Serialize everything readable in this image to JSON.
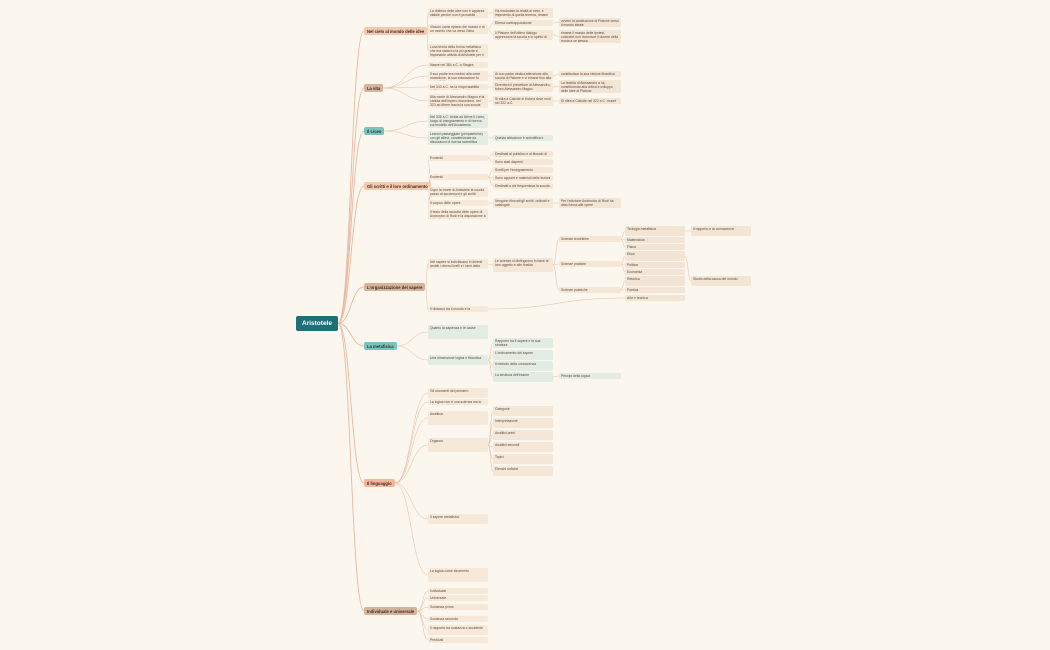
{
  "colors": {
    "root": "#1f6f78",
    "edge": "#e8b9a0",
    "branch_peach": "#f6c9ad",
    "branch_brown": "#d6b49c",
    "branch_teal": "#7cc3c0",
    "branch_salmon": "#f4b59a"
  },
  "root": "Aristotele",
  "branches": [
    {
      "id": "b1",
      "label": "Nel cielo al mondo delle idee",
      "color": "branch_peach"
    },
    {
      "id": "b2",
      "label": "La vita",
      "color": "branch_brown"
    },
    {
      "id": "b3",
      "label": "Il Liceo",
      "color": "branch_teal"
    },
    {
      "id": "b4",
      "label": "Gli scritti e il loro ordinamento",
      "color": "branch_peach"
    },
    {
      "id": "b5",
      "label": "L'organizzazione del sapere",
      "color": "branch_brown"
    },
    {
      "id": "b6",
      "label": "La metafisica",
      "color": "branch_teal"
    },
    {
      "id": "b7",
      "label": "Il linguaggio",
      "color": "branch_salmon"
    },
    {
      "id": "b8",
      "label": "Individuale e universale",
      "color": "branch_brown"
    }
  ],
  "nodes": [
    {
      "id": "n1",
      "text": "La dottrina delle idee non è apparsa stabile perché non è provabile"
    },
    {
      "id": "n2",
      "text": "Ha rimandato la realtà al cielo, e impoverito di quella terrena, rimane inaccessibile"
    },
    {
      "id": "n3",
      "text": "Eterna contrapposizione"
    },
    {
      "id": "n4",
      "text": "Vissuto come ripiano del mondo e di un mondo che va verso l'idea"
    },
    {
      "id": "n5",
      "text": "Il Platone dell'ultimo dialogo apprezzava la scuola e lo spirito di scienza dei suoi ambiti"
    },
    {
      "id": "n6",
      "text": "ovvero la costituzione di Platone verso il mondo ideale"
    },
    {
      "id": "n7",
      "text": "rimane il mondo delle ipotesi, cosicché non riconosce il dovere della teoria a se stessa"
    },
    {
      "id": "n8",
      "text": "Luna teoria della forma metafisica che era stata tra la più grande e importante attività di Aristotele per il mondo"
    },
    {
      "id": "n9",
      "text": "Nasce nel 384 a.C. a Stagira"
    },
    {
      "id": "n10",
      "text": "Il suo padre era medico alla corte macedone, la sua educazione fu naturalistica"
    },
    {
      "id": "n11",
      "text": "Al suo padre dedica attenzione alla scuola di Platone e vi rimane fino alla morte del maestro"
    },
    {
      "id": "n12",
      "text": "contribuisce la sua visione filosofica"
    },
    {
      "id": "n13",
      "text": "Nel 343 a.C. ha la responsabilità dell'istruzione di Alessandro"
    },
    {
      "id": "n14",
      "text": "Diventerà il precettore di Alessandro, futuro Alessandro Magno"
    },
    {
      "id": "n15",
      "text": "La fedeltà di Alessandro a lui, contribuendo alla critica e sviluppo delle idee di Platone"
    },
    {
      "id": "n16",
      "text": "Alla morte di Alessandro Magno e la caduta dell'impero macedone, nel 323 ad Atene lascia la sua scuola"
    },
    {
      "id": "n17",
      "text": "Si ritira a Calcide in Eubea dove morì nel 322 a.C."
    },
    {
      "id": "n18",
      "text": "Si ritira a Calcide nel 322 a.C. muore"
    },
    {
      "id": "n19",
      "text": "Nel 335 a.C. fonda ad Atene il Liceo, luogo di insegnamento e di ricerca sul modello dell'Accademia"
    },
    {
      "id": "n20",
      "text": "Lezioni passeggiate (peripatetiche) con gli allievi, caratterizzate da discussioni di ricerca scientifica"
    },
    {
      "id": "n21",
      "text": "Questa istituzione è scientifica e organica"
    },
    {
      "id": "n22",
      "text": "Exoterici"
    },
    {
      "id": "n23",
      "text": "Destinati al pubblico e al filosofo di dialogo"
    },
    {
      "id": "n24",
      "text": "Sono stati dispersi"
    },
    {
      "id": "n25",
      "text": "Scritti per l'insegnamento"
    },
    {
      "id": "n26",
      "text": "Esoterici"
    },
    {
      "id": "n27",
      "text": "Sono appunti e materiali delle lezioni"
    },
    {
      "id": "n28",
      "text": "Destinati a chi frequentava la scuola"
    },
    {
      "id": "n29",
      "text": "Dopo la morte di Aristotele la scuola passò ai successori e gli scritti rimasero in una biblioteca"
    },
    {
      "id": "n30",
      "text": "Il corpus delle opere"
    },
    {
      "id": "n31",
      "text": "Vengono ritrovati gli scritti, ordinati e catalogati"
    },
    {
      "id": "n32",
      "text": "Per l'edizione Andronico di Rodi ha dato forma alle opere"
    },
    {
      "id": "n33",
      "text": "Il testo della raccolta delle opere di Andronico di Rodi e la disposizione a lui tradizionale"
    },
    {
      "id": "n34",
      "text": "Nel sapere si individuano in diversi ambiti i diversi livelli e i rami della conoscenza"
    },
    {
      "id": "n35",
      "text": "Le scienze si distinguono in base al loro oggetto e alle finalità"
    },
    {
      "id": "n36",
      "text": "Scienze teoretiche"
    },
    {
      "id": "n37",
      "text": "Scienze pratiche"
    },
    {
      "id": "n38",
      "text": "Scienze poietiche"
    },
    {
      "id": "n39",
      "text": "Il distacco tra il mondo e la conoscenza"
    },
    {
      "id": "n40",
      "text": "Teologia metafisica"
    },
    {
      "id": "n41",
      "text": "Matematica"
    },
    {
      "id": "n42",
      "text": "Fisica"
    },
    {
      "id": "n43",
      "text": "Etica"
    },
    {
      "id": "n44",
      "text": "Politica"
    },
    {
      "id": "n45",
      "text": "Economia"
    },
    {
      "id": "n46",
      "text": "Retorica"
    },
    {
      "id": "n47",
      "text": "Poetica"
    },
    {
      "id": "n48",
      "text": "Arte e tecnica"
    },
    {
      "id": "n49",
      "text": "Il rapporto e la conoscenza"
    },
    {
      "id": "n50",
      "text": "Studio della causa del mondo"
    },
    {
      "id": "n51",
      "text": "Quanto la sapienza e le cause"
    },
    {
      "id": "n52",
      "text": "Una dimensione logica e filosofica"
    },
    {
      "id": "n53",
      "text": "Rapporto tra il sapere e la sua struttura"
    },
    {
      "id": "n54",
      "text": "L'ordinamento del sapere"
    },
    {
      "id": "n55",
      "text": "Il metodo della conoscenza"
    },
    {
      "id": "n56",
      "text": "La struttura dell'essere"
    },
    {
      "id": "n57",
      "text": "Principi della logica"
    },
    {
      "id": "n58",
      "text": "Gli strumenti del pensiero"
    },
    {
      "id": "n59",
      "text": "La logica non è una scienza ma lo strumento di tutte le scienze"
    },
    {
      "id": "n60",
      "text": "Analitica"
    },
    {
      "id": "n61",
      "text": "Organon"
    },
    {
      "id": "n62",
      "text": "Categorie"
    },
    {
      "id": "n63",
      "text": "Interpretazione"
    },
    {
      "id": "n64",
      "text": "Analitici primi"
    },
    {
      "id": "n65",
      "text": "Analitici secondi"
    },
    {
      "id": "n66",
      "text": "Topici"
    },
    {
      "id": "n67",
      "text": "Elenchi sofistici"
    },
    {
      "id": "n68",
      "text": "Il sapere metafisico"
    },
    {
      "id": "n69",
      "text": "La logica come strumento"
    },
    {
      "id": "n70",
      "text": "Individuale"
    },
    {
      "id": "n71",
      "text": "Universale"
    },
    {
      "id": "n72",
      "text": "Sostanza prima"
    },
    {
      "id": "n73",
      "text": "Sostanza seconda"
    },
    {
      "id": "n74",
      "text": "Il rapporto tra sostanza e accidente"
    },
    {
      "id": "n75",
      "text": "Predicati"
    }
  ],
  "edges": [
    [
      "root",
      "b1"
    ],
    [
      "root",
      "b2"
    ],
    [
      "root",
      "b3"
    ],
    [
      "root",
      "b4"
    ],
    [
      "root",
      "b5"
    ],
    [
      "root",
      "b6"
    ],
    [
      "root",
      "b7"
    ],
    [
      "root",
      "b8"
    ],
    [
      "b1",
      "n1"
    ],
    [
      "b1",
      "n4"
    ],
    [
      "b1",
      "n8"
    ],
    [
      "n1",
      "n2"
    ],
    [
      "n4",
      "n3"
    ],
    [
      "n4",
      "n5"
    ],
    [
      "n3",
      "n6"
    ],
    [
      "n5",
      "n7"
    ],
    [
      "b2",
      "n9"
    ],
    [
      "b2",
      "n10"
    ],
    [
      "b2",
      "n13"
    ],
    [
      "b2",
      "n16"
    ],
    [
      "n10",
      "n11"
    ],
    [
      "n11",
      "n12"
    ],
    [
      "n13",
      "n14"
    ],
    [
      "n14",
      "n15"
    ],
    [
      "n16",
      "n17"
    ],
    [
      "n17",
      "n18"
    ],
    [
      "b3",
      "n19"
    ],
    [
      "b3",
      "n20"
    ],
    [
      "n20",
      "n21"
    ],
    [
      "b4",
      "n22"
    ],
    [
      "b4",
      "n26"
    ],
    [
      "b4",
      "n29"
    ],
    [
      "b4",
      "n30"
    ],
    [
      "b4",
      "n33"
    ],
    [
      "n22",
      "n23"
    ],
    [
      "n22",
      "n24"
    ],
    [
      "n26",
      "n25"
    ],
    [
      "n26",
      "n27"
    ],
    [
      "n26",
      "n28"
    ],
    [
      "n30",
      "n31"
    ],
    [
      "n31",
      "n32"
    ],
    [
      "b5",
      "n34"
    ],
    [
      "b5",
      "n39"
    ],
    [
      "n34",
      "n35"
    ],
    [
      "n35",
      "n36"
    ],
    [
      "n35",
      "n37"
    ],
    [
      "n35",
      "n38"
    ],
    [
      "n36",
      "n40"
    ],
    [
      "n36",
      "n41"
    ],
    [
      "n36",
      "n42"
    ],
    [
      "n37",
      "n43"
    ],
    [
      "n37",
      "n44"
    ],
    [
      "n37",
      "n45"
    ],
    [
      "n38",
      "n46"
    ],
    [
      "n38",
      "n47"
    ],
    [
      "n39",
      "n48"
    ],
    [
      "n40",
      "n49"
    ],
    [
      "n43",
      "n50"
    ],
    [
      "b6",
      "n51"
    ],
    [
      "b6",
      "n52"
    ],
    [
      "n52",
      "n53"
    ],
    [
      "n52",
      "n54"
    ],
    [
      "n52",
      "n55"
    ],
    [
      "n52",
      "n56"
    ],
    [
      "n56",
      "n57"
    ],
    [
      "b7",
      "n58"
    ],
    [
      "b7",
      "n59"
    ],
    [
      "b7",
      "n60"
    ],
    [
      "b7",
      "n61"
    ],
    [
      "b7",
      "n68"
    ],
    [
      "b7",
      "n69"
    ],
    [
      "n61",
      "n62"
    ],
    [
      "n61",
      "n63"
    ],
    [
      "n61",
      "n64"
    ],
    [
      "n61",
      "n65"
    ],
    [
      "n61",
      "n66"
    ],
    [
      "n61",
      "n67"
    ],
    [
      "b8",
      "n70"
    ],
    [
      "b8",
      "n71"
    ],
    [
      "b8",
      "n72"
    ],
    [
      "b8",
      "n73"
    ],
    [
      "b8",
      "n74"
    ],
    [
      "b8",
      "n75"
    ]
  ]
}
